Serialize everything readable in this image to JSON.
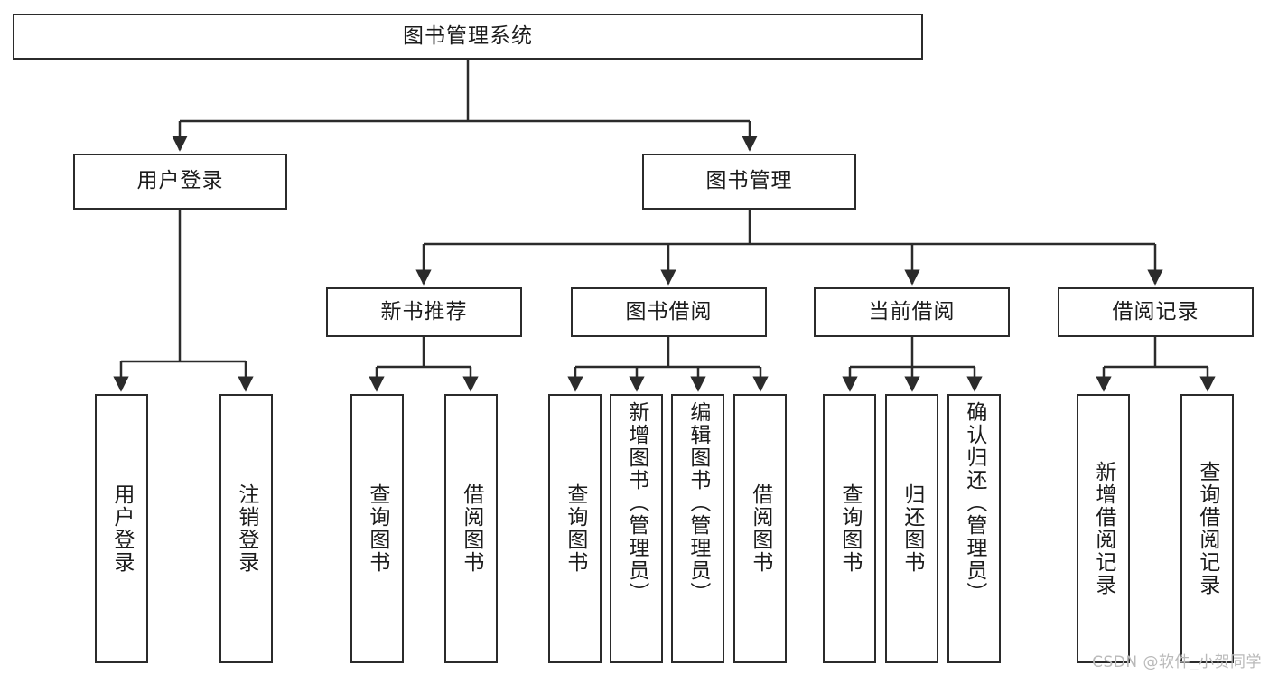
{
  "diagram": {
    "type": "tree-hierarchy",
    "root": {
      "label": "图书管理系统"
    },
    "level2": [
      {
        "label": "用户登录"
      },
      {
        "label": "图书管理"
      }
    ],
    "level3": [
      {
        "label": "新书推荐"
      },
      {
        "label": "图书借阅"
      },
      {
        "label": "当前借阅"
      },
      {
        "label": "借阅记录"
      }
    ],
    "leaves": [
      {
        "label": "用户登录",
        "parent": "用户登录"
      },
      {
        "label": "注销登录",
        "parent": "用户登录"
      },
      {
        "label": "查询图书",
        "parent": "新书推荐"
      },
      {
        "label": "借阅图书",
        "parent": "新书推荐"
      },
      {
        "label": "查询图书",
        "parent": "图书借阅"
      },
      {
        "label": "新增图书（管理员）",
        "parent": "图书借阅"
      },
      {
        "label": "编辑图书（管理员）",
        "parent": "图书借阅"
      },
      {
        "label": "借阅图书",
        "parent": "图书借阅"
      },
      {
        "label": "查询图书",
        "parent": "当前借阅"
      },
      {
        "label": "归还图书",
        "parent": "当前借阅"
      },
      {
        "label": "确认归还（管理员）",
        "parent": "当前借阅"
      },
      {
        "label": "新增借阅记录",
        "parent": "借阅记录"
      },
      {
        "label": "查询借阅记录",
        "parent": "借阅记录"
      }
    ],
    "watermark": "CSDN @软件_小贺同学",
    "colors": {
      "stroke": "#2b2b2b",
      "fill": "#ffffff",
      "text": "#1b1b1b",
      "watermark": "#b9b9b9"
    }
  }
}
